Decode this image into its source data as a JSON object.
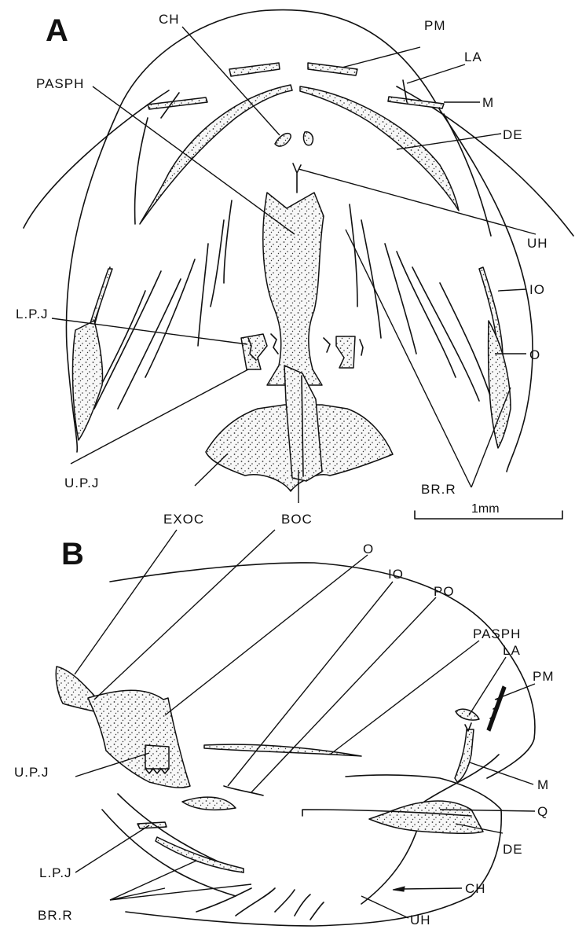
{
  "panels": {
    "a": "A",
    "b": "B"
  },
  "scale_bar": {
    "label": "1mm"
  },
  "labels_a": {
    "ch": "CH",
    "pm": "PM",
    "la": "LA",
    "m": "M",
    "de": "DE",
    "pasph": "PASPH",
    "uh": "UH",
    "io": "IO",
    "o": "O",
    "lpj": "L.P.J",
    "upj": "U.P.J",
    "brr": "BR.R",
    "exoc": "EXOC",
    "boc": "BOC"
  },
  "labels_b": {
    "o": "O",
    "io": "IO",
    "po": "PO",
    "pasph": "PASPH",
    "la": "LA",
    "pm": "PM",
    "m": "M",
    "q": "Q",
    "upj": "U.P.J",
    "lpj": "L.P.J",
    "de": "DE",
    "ch": "CH",
    "brr": "BR.R",
    "uh": "UH"
  }
}
